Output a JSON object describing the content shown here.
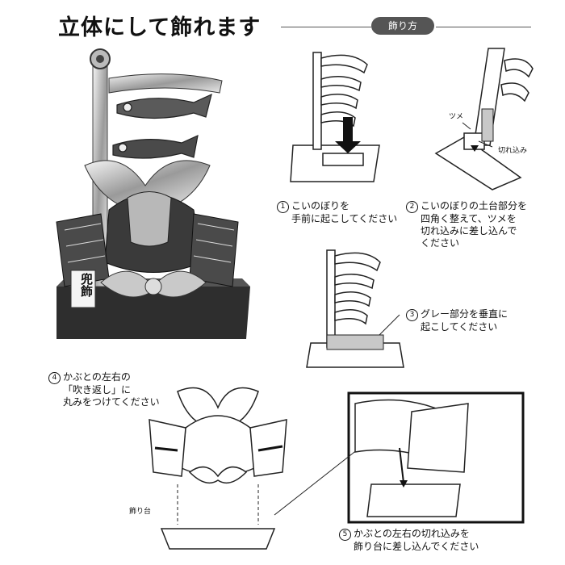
{
  "title": "立体にして飾れます",
  "howto_label": "飾り方",
  "steps": [
    {
      "num": "1",
      "lines": [
        "こいのぼりを",
        "手前に起こしてください"
      ]
    },
    {
      "num": "2",
      "lines": [
        "こいのぼりの土台部分を",
        "四角く整えて、ツメを",
        "切れ込みに差し込んで",
        "ください"
      ]
    },
    {
      "num": "3",
      "lines": [
        "グレー部分を垂直に",
        "起こしてください"
      ]
    },
    {
      "num": "4",
      "lines": [
        "かぶとの左右の",
        "「吹き返し」に",
        "丸みをつけてください"
      ]
    },
    {
      "num": "5",
      "lines": [
        "かぶとの左右の切れ込みを",
        "飾り台に差し込んでください"
      ]
    }
  ],
  "labels": {
    "tsume": "ツメ",
    "kirekomi": "切れ込み",
    "kazaridai": "飾り台",
    "kabuto_tag": "兜飾"
  },
  "colors": {
    "howto_pill": "#555555",
    "gray_part": "#c8c8c8",
    "photo_base": "#2e2e2e"
  }
}
